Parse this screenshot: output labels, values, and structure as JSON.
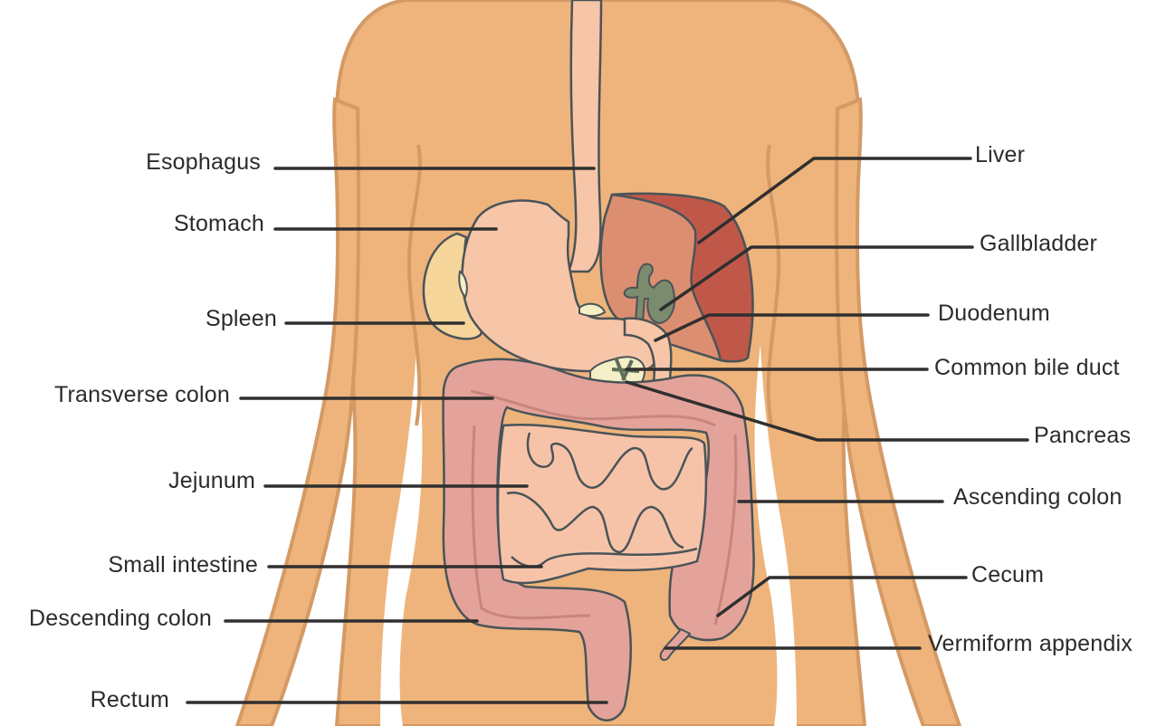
{
  "diagram": {
    "type": "anatomical-illustration",
    "subject": "Human digestive system (front view, torso)",
    "colors": {
      "background": "#ffffff",
      "skin": "#eeb47c",
      "skin_outline": "#d49a66",
      "esophagus_stomach": "#f7c5a8",
      "liver_light": "#dc8e70",
      "liver_dark": "#c0584a",
      "gallbladder": "#7a8b6e",
      "spleen": "#f6d59b",
      "pancreas": "#f5efc7",
      "colon": "#e3a39a",
      "colon_crease": "#c9857d",
      "small_intestine": "#f7c3a8",
      "organ_outline": "#4a5458",
      "leader_line": "#2f2f2f",
      "label_text": "#2b2b2b"
    },
    "labels_left": [
      {
        "id": "esophagus",
        "text": "Esophagus"
      },
      {
        "id": "stomach",
        "text": "Stomach"
      },
      {
        "id": "spleen",
        "text": "Spleen"
      },
      {
        "id": "transverse-colon",
        "text": "Transverse colon"
      },
      {
        "id": "jejunum",
        "text": "Jejunum"
      },
      {
        "id": "small-intestine",
        "text": "Small intestine"
      },
      {
        "id": "descending-colon",
        "text": "Descending colon"
      },
      {
        "id": "rectum",
        "text": "Rectum"
      }
    ],
    "labels_right": [
      {
        "id": "liver",
        "text": "Liver"
      },
      {
        "id": "gallbladder",
        "text": "Gallbladder"
      },
      {
        "id": "duodenum",
        "text": "Duodenum"
      },
      {
        "id": "common-bile-duct",
        "text": "Common bile duct"
      },
      {
        "id": "pancreas",
        "text": "Pancreas"
      },
      {
        "id": "ascending-colon",
        "text": "Ascending colon"
      },
      {
        "id": "cecum",
        "text": "Cecum"
      },
      {
        "id": "vermiform-appendix",
        "text": "Vermiform appendix"
      }
    ]
  }
}
